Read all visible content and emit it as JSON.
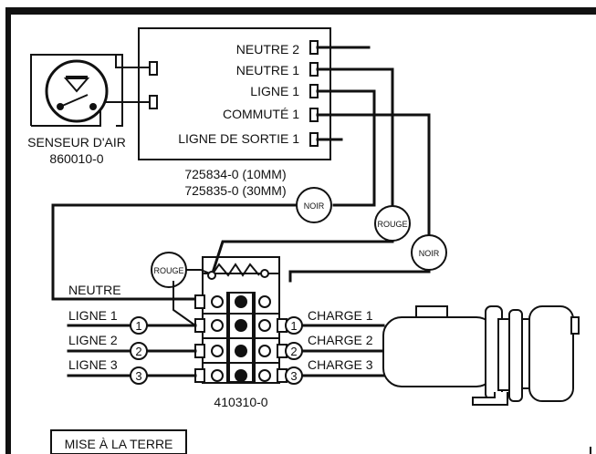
{
  "sensor": {
    "title": "SENSEUR D'AIR",
    "part": "860010-0"
  },
  "control": {
    "terminals": [
      "NEUTRE 2",
      "NEUTRE 1",
      "LIGNE 1",
      "COMMUTÉ 1",
      "LIGNE DE SORTIE 1"
    ],
    "parts": [
      "725834-0 (10MM)",
      "725835-0 (30MM)"
    ]
  },
  "wire_tags": [
    "NOIR",
    "ROUGE",
    "NOIR",
    "ROUGE"
  ],
  "terminal_block": {
    "part": "410310-0"
  },
  "left_lines": [
    "NEUTRE",
    "LIGNE 1",
    "LIGNE 2",
    "LIGNE 3"
  ],
  "left_numbers": [
    "1",
    "2",
    "3"
  ],
  "right_numbers": [
    "1",
    "2",
    "3"
  ],
  "loads": [
    "CHARGE 1",
    "CHARGE 2",
    "CHARGE 3"
  ],
  "ground_label": "MISE À LA TERRE"
}
